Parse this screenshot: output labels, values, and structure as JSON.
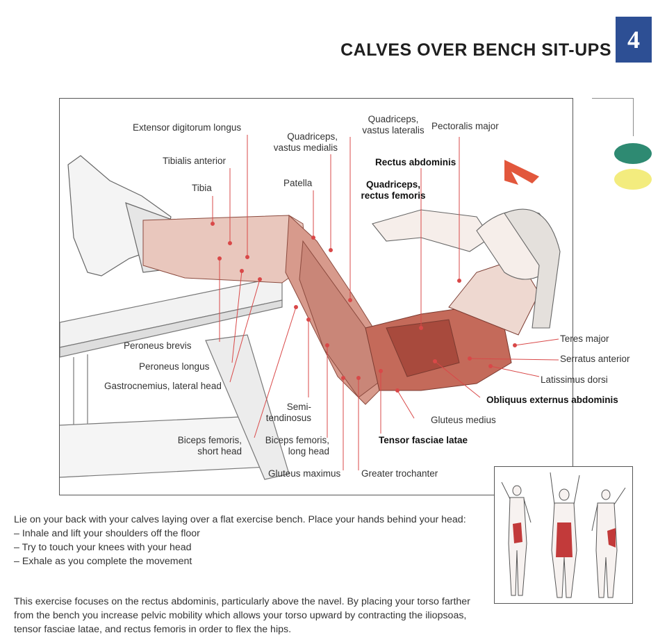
{
  "header": {
    "title": "CALVES OVER BENCH SIT-UPS",
    "chapter_number": "4"
  },
  "colors": {
    "chapter_box": "#2d4f94",
    "oval_teal": "#2e8a72",
    "oval_yellow": "#f3ec7e",
    "leader_line": "#d94848",
    "muscle_red": "#c23a3a",
    "arrow": "#e2573c"
  },
  "figure": {
    "labels": {
      "extensor_digitorum_longus": "Extensor digitorum longus",
      "tibialis_anterior": "Tibialis anterior",
      "tibia": "Tibia",
      "quadriceps_vastus_medialis_1": "Quadriceps,",
      "quadriceps_vastus_medialis_2": "vastus medialis",
      "patella": "Patella",
      "quadriceps_vastus_lateralis_1": "Quadriceps,",
      "quadriceps_vastus_lateralis_2": "vastus lateralis",
      "pectoralis_major": "Pectoralis major",
      "rectus_abdominis": "Rectus abdominis",
      "quadriceps_rectus_femoris_1": "Quadriceps,",
      "quadriceps_rectus_femoris_2": "rectus femoris",
      "peroneus_brevis": "Peroneus brevis",
      "peroneus_longus": "Peroneus longus",
      "gastrocnemius_lateral_head": "Gastrocnemius, lateral head",
      "semitendinosus_1": "Semi-",
      "semitendinosus_2": "tendinosus",
      "biceps_femoris_short_1": "Biceps femoris,",
      "biceps_femoris_short_2": "short head",
      "biceps_femoris_long_1": "Biceps femoris,",
      "biceps_femoris_long_2": "long head",
      "gluteus_maximus": "Gluteus maximus",
      "greater_trochanter": "Greater trochanter",
      "tensor_fasciae_latae": "Tensor fasciae latae",
      "gluteus_medius": "Gluteus medius",
      "obliquus_externus": "Obliquus externus abdominis",
      "latissimus_dorsi": "Latissimus dorsi",
      "serratus_anterior": "Serratus anterior",
      "teres_major": "Teres major"
    }
  },
  "body": {
    "intro": "Lie on your back with your calves laying over a flat exercise bench. Place your hands behind your head:",
    "steps": [
      "– Inhale and lift your shoulders off the floor",
      "– Try to touch your knees with your head",
      "– Exhale as you complete the movement"
    ],
    "focus": "This exercise focuses on the rectus abdominis, particularly above the navel. By placing your torso farther from the bench you increase pelvic mobility which allows your torso upward by contracting the iliopsoas, tensor fasciae latae, and rectus femoris in order to flex the hips."
  }
}
